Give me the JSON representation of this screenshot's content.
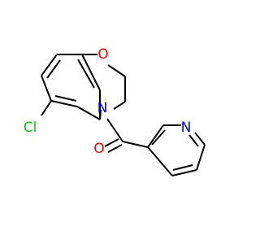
{
  "molecule": {
    "atoms": {
      "oxygen_ring": {
        "symbol": "O",
        "color": "#FF0000"
      },
      "nitrogen_ring": {
        "symbol": "N",
        "color": "#0000FF"
      },
      "chlorine": {
        "symbol": "Cl",
        "color": "#00CC00"
      },
      "oxygen_carbonyl": {
        "symbol": "O",
        "color": "#FF0000"
      },
      "nitrogen_pyridine": {
        "symbol": "N",
        "color": "#0000FF"
      }
    }
  }
}
